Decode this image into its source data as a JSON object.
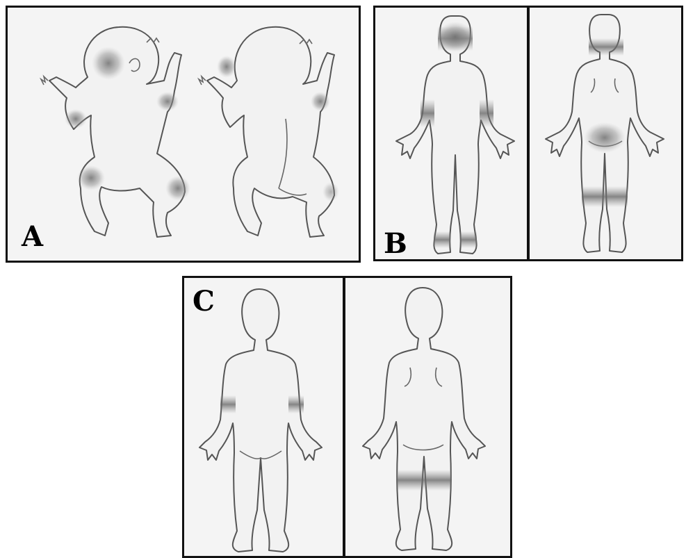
{
  "figure": {
    "panels": [
      {
        "id": "A",
        "label": "A",
        "subject": "infant-front-back"
      },
      {
        "id": "B",
        "label": "B",
        "subject": "adult-front-back"
      },
      {
        "id": "C",
        "label": "C",
        "subject": "child-front-back"
      }
    ],
    "colors": {
      "panel_border": "#111111",
      "panel_background": "#f4f4f4",
      "body_outline": "#555555",
      "lesion_shading": "#7a7a7a"
    }
  }
}
